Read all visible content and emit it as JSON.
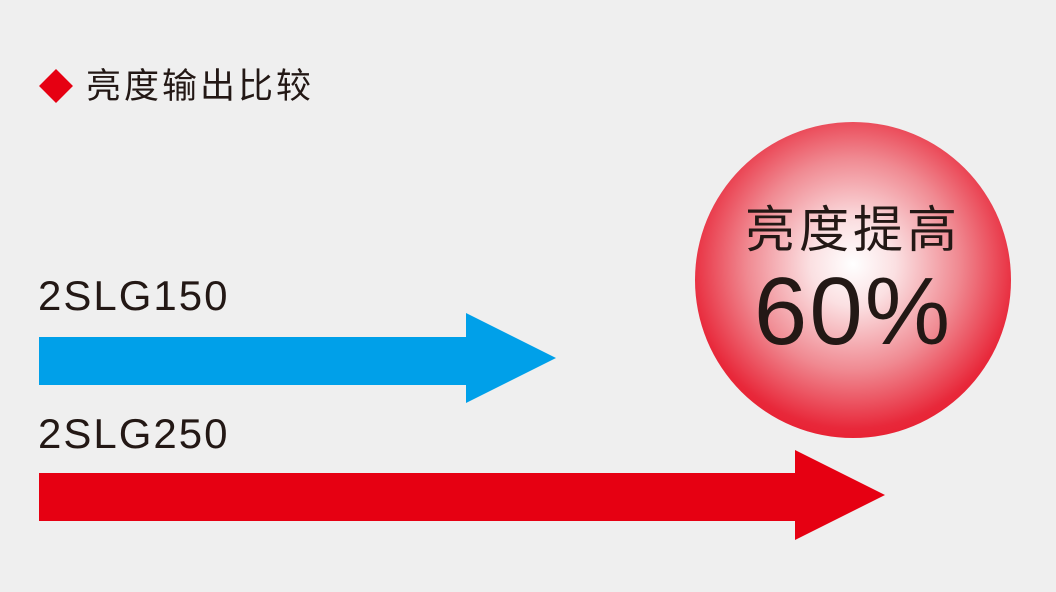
{
  "title": "亮度输出比较",
  "products": [
    {
      "label": "2SLG150",
      "relative_brightness": 1.0
    },
    {
      "label": "2SLG250",
      "relative_brightness": 1.6
    }
  ],
  "badge": {
    "line1": "亮度提高",
    "line2": "60%"
  },
  "colors": {
    "accent": "#e60012",
    "blue": "#00a0e9",
    "background": "#efefef"
  }
}
